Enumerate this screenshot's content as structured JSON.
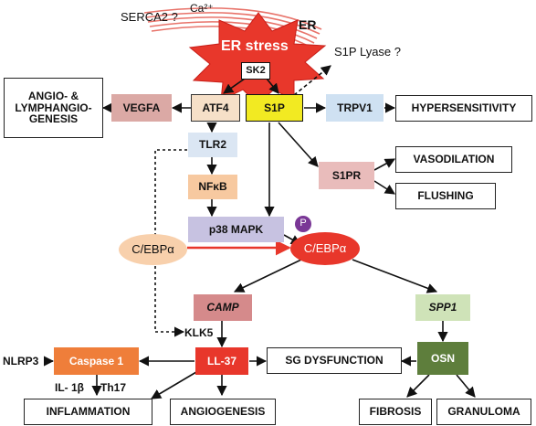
{
  "er": {
    "label": "ER",
    "stress": "ER stress",
    "serca2": "SERCA2 ?",
    "calcium": "Ca²⁺",
    "s1p_lyase": "S1P Lyase ?",
    "sk2": "SK2"
  },
  "nodes": {
    "atf4": "ATF4",
    "s1p": "S1P",
    "vegfa": "VEGFA",
    "trpv1": "TRPV1",
    "tlr2": "TLR2",
    "nfkb": "NFκB",
    "s1pr": "S1PR",
    "p38": "p38 MAPK",
    "cebpa": "C/EBPα",
    "cebpa_p": "C/EBPα",
    "p_badge": "P",
    "camp": "CAMP",
    "spp1": "SPP1",
    "klk5": "KLK5",
    "caspase1": "Caspase 1",
    "ll37": "LL-37",
    "osn": "OSN",
    "nlrp3": "NLRP3",
    "il1b": "IL- 1β",
    "th17": "Th17"
  },
  "outcomes": {
    "angio_line1": "ANGIO- &",
    "angio_line2": "LYMPHANGIO-",
    "angio_line3": "GENESIS",
    "hypersensitivity": "HYPERSENSITIVITY",
    "vasodilation": "VASODILATION",
    "flushing": "FLUSHING",
    "sg_dysfunction": "SG DYSFUNCTION",
    "inflammation": "INFLAMMATION",
    "angiogenesis": "ANGIOGENESIS",
    "fibrosis": "FIBROSIS",
    "granuloma": "GRANULOMA"
  },
  "colors": {
    "er_membrane": "#e8736a",
    "er_stress": "#e8372b",
    "s1p": "#f2ea22",
    "vegfa": "#dba9a5",
    "atf4": "#f6e0c8",
    "trpv1": "#cfe1f2",
    "tlr2": "#dbe6f3",
    "nfkb": "#f7c9a0",
    "s1pr": "#e9bcbb",
    "p38": "#c7c2e1",
    "cebpa": "#f8d0ac",
    "cebpa_p": "#e8372b",
    "p_badge": "#7a3796",
    "camp": "#d58a8b",
    "spp1": "#cfe3b8",
    "caspase1": "#ef7e3a",
    "ll37": "#e8372b",
    "osn": "#5e7e3c",
    "red_arrow": "#e8372b"
  }
}
